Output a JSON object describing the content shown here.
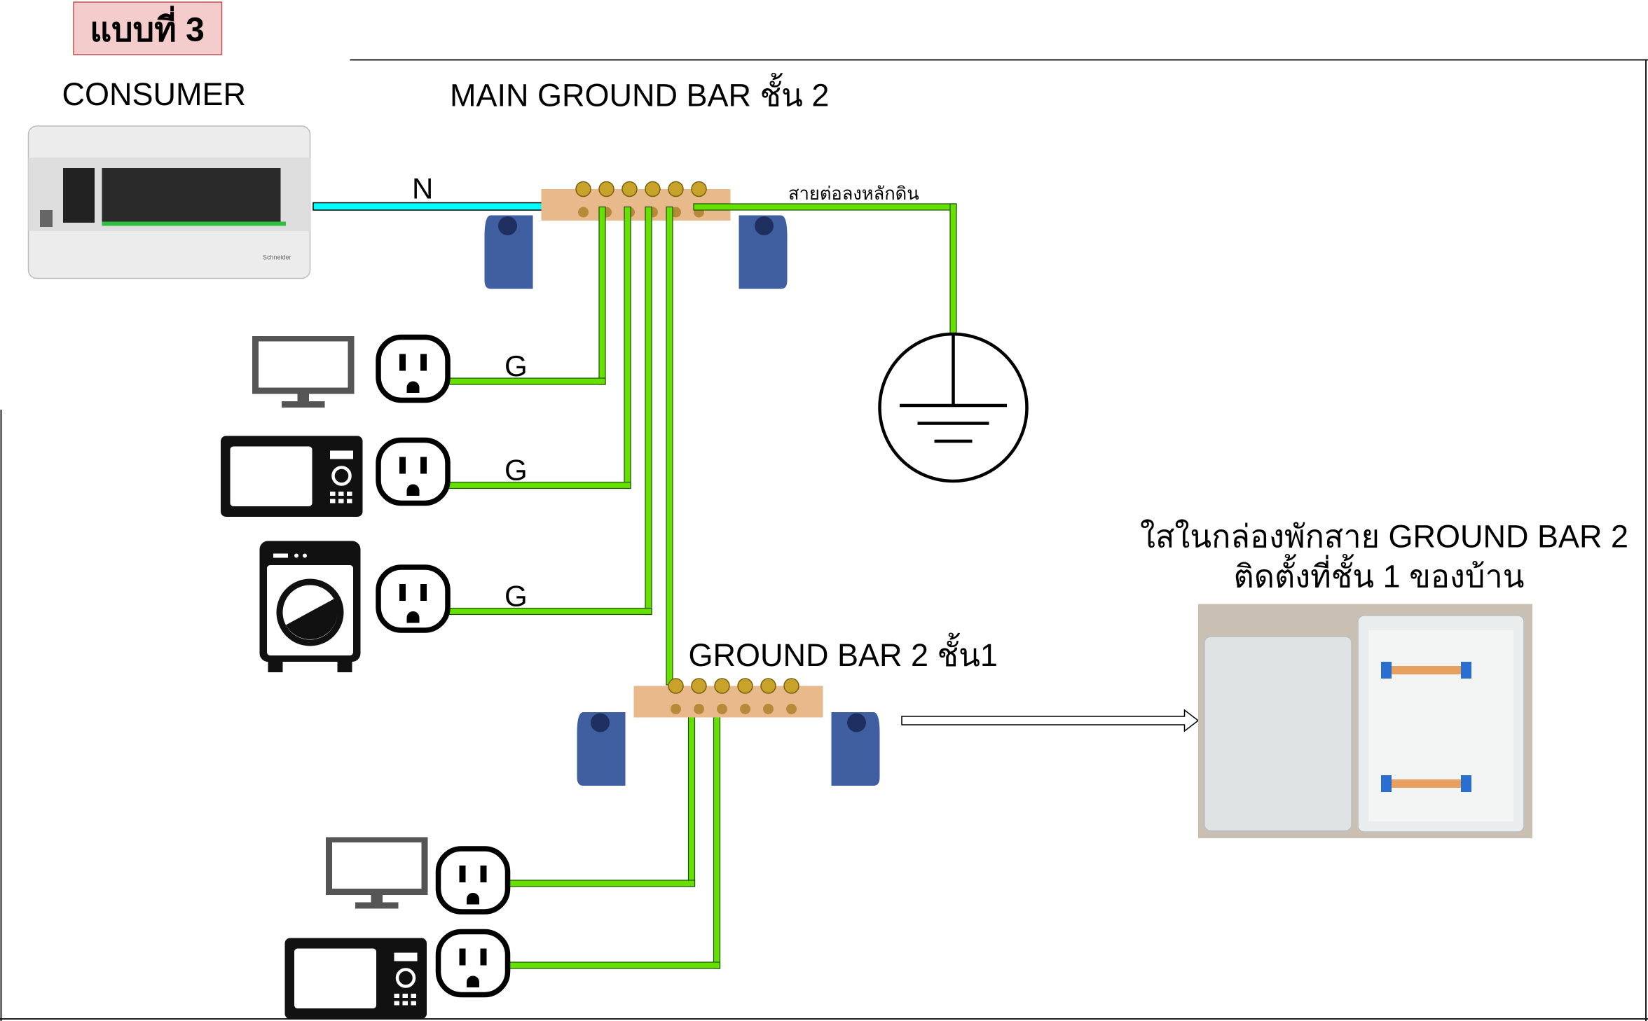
{
  "title": "แบบที่ 3",
  "colors": {
    "title_bg": "#f4cccc",
    "title_border": "#c0504d",
    "neutral_wire": "#00ffff",
    "ground_wire": "#66e000",
    "terminal_bar": "#e8b98a",
    "insulator": "#3f5fa0"
  },
  "labels": {
    "consumer": "CONSUMER",
    "main_ground_bar": "MAIN GROUND BAR ชั้น 2",
    "neutral": "N",
    "earth_wire": "สายต่อลงหลักดิน",
    "ground": "G",
    "ground_bar_2": "GROUND BAR 2 ชั้น1",
    "box_caption_line1": "ใสในกล่องพักสาย GROUND BAR 2",
    "box_caption_line2": "ติดตั้งที่ชั้น 1 ของบ้าน"
  },
  "panel_brand": "Schneider",
  "devices_floor2": [
    "tv-icon",
    "microwave-icon",
    "washing-machine-icon"
  ],
  "devices_floor1": [
    "tv-icon",
    "microwave-icon"
  ]
}
